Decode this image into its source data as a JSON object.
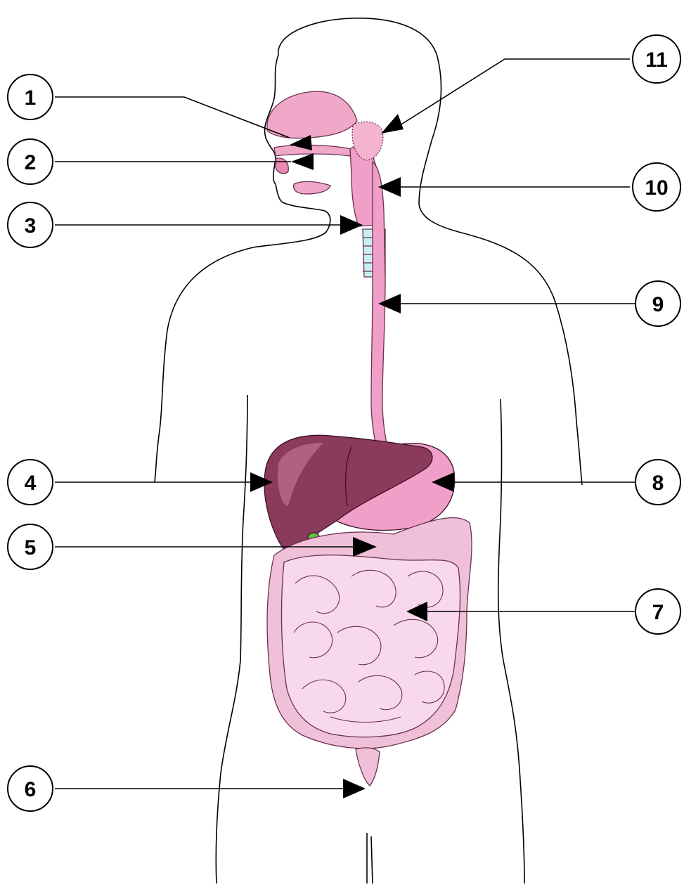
{
  "diagram": {
    "callouts": [
      {
        "id": "c1",
        "number": "1"
      },
      {
        "id": "c2",
        "number": "2"
      },
      {
        "id": "c3",
        "number": "3"
      },
      {
        "id": "c4",
        "number": "4"
      },
      {
        "id": "c5",
        "number": "5"
      },
      {
        "id": "c6",
        "number": "6"
      },
      {
        "id": "c7",
        "number": "7"
      },
      {
        "id": "c8",
        "number": "8"
      },
      {
        "id": "c9",
        "number": "9"
      },
      {
        "id": "c10",
        "number": "10"
      },
      {
        "id": "c11",
        "number": "11"
      }
    ],
    "colors": {
      "outline": "#000000",
      "liver": "#8a3a5a",
      "liver_highlight": "#b06080",
      "stomach": "#f0a0c8",
      "intestine": "#f8d8ec",
      "intestine_outline": "#6a3050",
      "colon": "#f0c0d8",
      "esophagus": "#f0a0c8",
      "trachea_rings": "#c8f0f0",
      "gall_bladder": "#60c040",
      "mouth": "#f0a8c8"
    }
  }
}
